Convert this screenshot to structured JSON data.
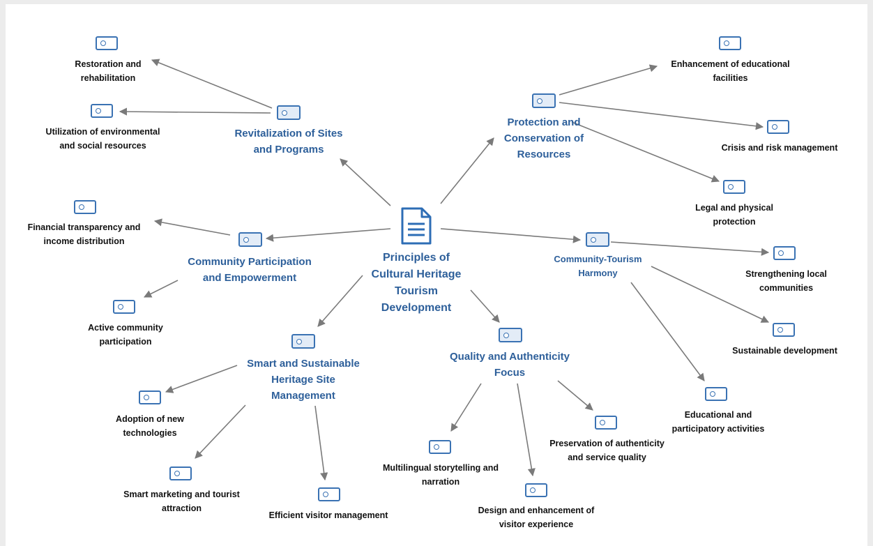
{
  "root": {
    "label": "Principles of\nCultural Heritage\nTourism\nDevelopment",
    "icon": "document-icon"
  },
  "branches": [
    {
      "label": "Revitalization of Sites\nand Programs",
      "children": [
        "Restoration and\nrehabilitation",
        "Utilization of environmental\nand social resources"
      ]
    },
    {
      "label": "Protection and\nConservation of\nResources",
      "children": [
        "Enhancement of educational\nfacilities",
        "Crisis and risk management",
        "Legal and physical\nprotection"
      ]
    },
    {
      "label": "Community Participation\nand Empowerment",
      "children": [
        "Financial transparency and\nincome distribution",
        "Active community\nparticipation"
      ]
    },
    {
      "label": "Community-Tourism\nHarmony",
      "children": [
        "Strengthening local\ncommunities",
        "Sustainable development",
        "Educational and\nparticipatory activities"
      ]
    },
    {
      "label": "Smart and Sustainable\nHeritage Site\nManagement",
      "children": [
        "Adoption of new\ntechnologies",
        "Smart marketing and tourist\nattraction",
        "Efficient visitor management"
      ]
    },
    {
      "label": "Quality and Authenticity\nFocus",
      "children": [
        "Multilingual storytelling and\nnarration",
        "Design and enhancement of\nvisitor experience",
        "Preservation of authenticity\nand service quality"
      ]
    }
  ],
  "colors": {
    "branch_text": "#2d5f9a",
    "leaf_text": "#111111",
    "tag_border": "#3a72b3",
    "arrow": "#7a7a7a"
  },
  "node_icon": "tag-icon"
}
